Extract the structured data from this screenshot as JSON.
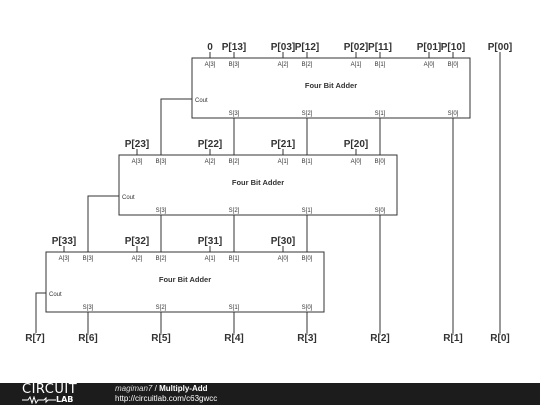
{
  "diagram": {
    "adder_title": "Four Bit Adder",
    "cout_label": "Cout",
    "a_pins": [
      "A[3]",
      "A[2]",
      "A[1]",
      "A[0]"
    ],
    "b_pins": [
      "B[3]",
      "B[2]",
      "B[1]",
      "B[0]"
    ],
    "s_pins": [
      "S[3]",
      "S[2]",
      "S[1]",
      "S[0]"
    ],
    "adder1_inputs": [
      "0",
      "P[13]",
      "P[03]",
      "P[12]",
      "P[02]",
      "P[11]",
      "P[01]",
      "P[10]"
    ],
    "p00_label": "P[00]",
    "adder2_inputs": [
      "P[23]",
      "P[22]",
      "P[21]",
      "P[20]"
    ],
    "adder3_inputs": [
      "P[33]",
      "P[32]",
      "P[31]",
      "P[30]"
    ],
    "outputs": [
      "R[7]",
      "R[6]",
      "R[5]",
      "R[4]",
      "R[3]",
      "R[2]",
      "R[1]",
      "R[0]"
    ]
  },
  "footer": {
    "logo_top": "CIRCUIT",
    "logo_bottom": "LAB",
    "user": "magiman7",
    "separator": "/",
    "project": "Multiply-Add",
    "url": "http://circuitlab.com/c63gwcc"
  }
}
